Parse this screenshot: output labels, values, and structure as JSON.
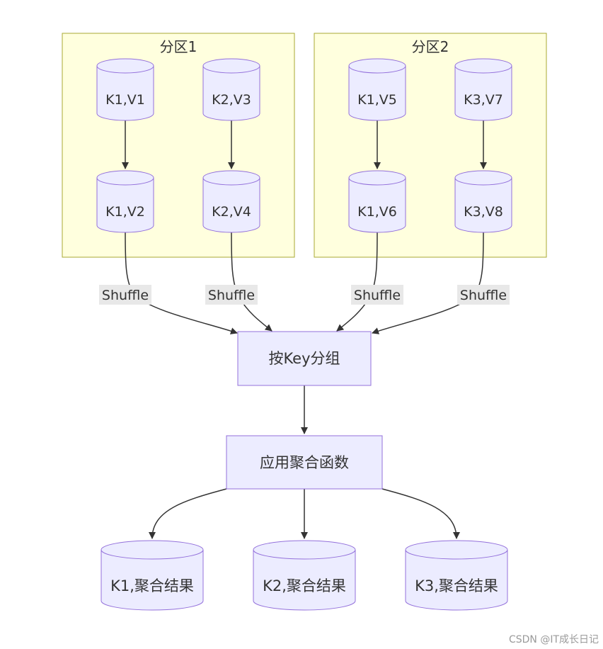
{
  "clusters": [
    {
      "id": "partition1",
      "title": "分区1"
    },
    {
      "id": "partition2",
      "title": "分区2"
    }
  ],
  "nodes": {
    "p1_k1v1": "K1,V1",
    "p1_k2v3": "K2,V3",
    "p1_k1v2": "K1,V2",
    "p1_k2v4": "K2,V4",
    "p2_k1v5": "K1,V5",
    "p2_k3v7": "K3,V7",
    "p2_k1v6": "K1,V6",
    "p2_k3v8": "K3,V8",
    "group_by_key": "按Key分组",
    "apply_agg": "应用聚合函数",
    "k1_result": "K1,聚合结果",
    "k2_result": "K2,聚合结果",
    "k3_result": "K3,聚合结果"
  },
  "edge_labels": {
    "shuffle": "Shuffle"
  },
  "colors": {
    "cluster_fill": "#ffffde",
    "cluster_stroke": "#aaaa33",
    "node_fill": "#ececff",
    "node_stroke": "#9370db",
    "edge": "#333333",
    "edge_label_bg": "#e8e8e8"
  },
  "watermark": "CSDN @IT成长日记"
}
